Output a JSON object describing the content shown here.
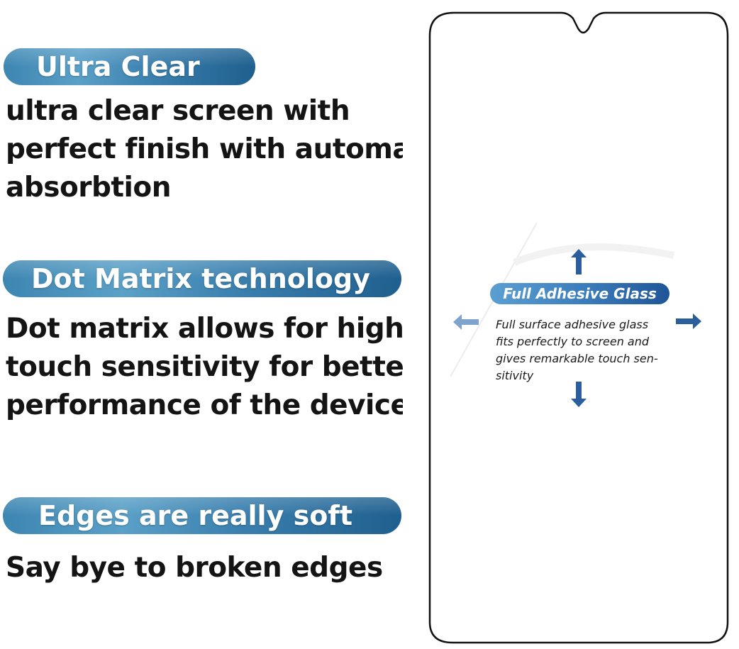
{
  "features": [
    {
      "title": "Ultra Clear",
      "lines": [
        "ultra clear screen with",
        "perfect finish with automatic",
        "absorbtion"
      ]
    },
    {
      "title": "Dot Matrix technology",
      "lines": [
        "Dot matrix allows for high",
        "touch sensitivity for better",
        "performance of the device"
      ]
    },
    {
      "title": "Edges are really soft",
      "lines": [
        "Say bye to broken edges"
      ]
    }
  ],
  "protector": {
    "badge": "Full Adhesive Glass",
    "description_lines": [
      "Full surface adhesive glass",
      "fits perfectly to screen and",
      "gives remarkable touch sen-",
      "sitivity"
    ]
  },
  "colors": {
    "pill_blue": "#3d86b2",
    "badge_blue": "#3d7fbd",
    "arrow_blue": "#2a5e9c",
    "text": "#141414"
  },
  "icons": [
    "arrow-up-icon",
    "arrow-down-icon",
    "arrow-left-icon",
    "arrow-right-icon"
  ]
}
